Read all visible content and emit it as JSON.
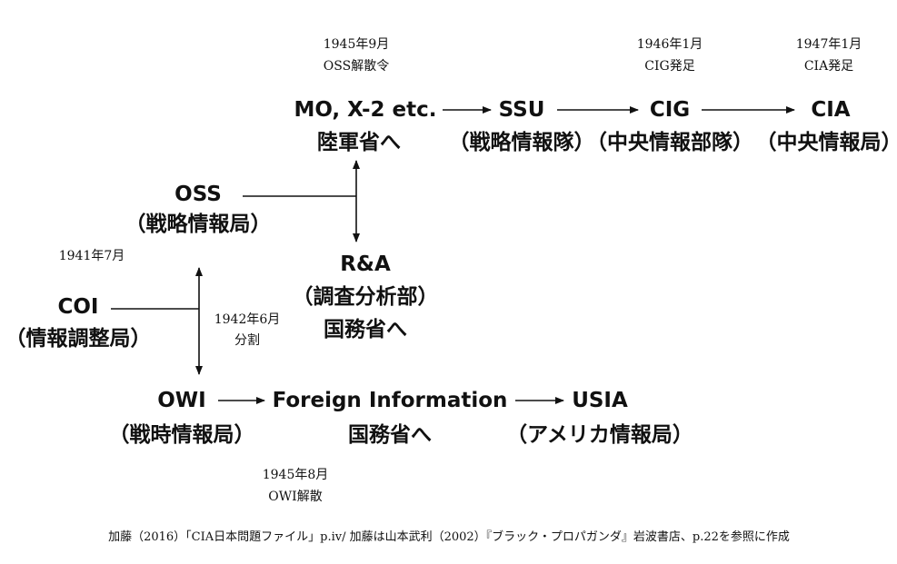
{
  "nodes": {
    "mo_x2": {
      "name": "MO, X-2 etc.",
      "sub": "陸軍省へ"
    },
    "ssu": {
      "name": "SSU",
      "sub": "（戦略情報隊）"
    },
    "cig": {
      "name": "CIG",
      "sub": "（中央情報部隊）"
    },
    "cia": {
      "name": "CIA",
      "sub": "（中央情報局）"
    },
    "oss": {
      "name": "OSS",
      "sub": "（戦略情報局）"
    },
    "ra": {
      "name": "R&A",
      "sub": "（調査分析部）",
      "sub2": "国務省へ"
    },
    "coi": {
      "name": "COI",
      "sub": "（情報調整局）"
    },
    "owi": {
      "name": "OWI",
      "sub": "（戦時情報局）"
    },
    "foreign_info": {
      "name": "Foreign Information",
      "sub": "国務省へ"
    },
    "usia": {
      "name": "USIA",
      "sub": "（アメリカ情報局）"
    }
  },
  "notes": {
    "oss_dissolve": {
      "line1": "1945年9月",
      "line2": "OSS解散令"
    },
    "cig_start": {
      "line1": "1946年1月",
      "line2": "CIG発足"
    },
    "cia_start": {
      "line1": "1947年1月",
      "line2": "CIA発足"
    },
    "coi_date": {
      "line1": "1941年7月"
    },
    "split": {
      "line1": "1942年6月",
      "line2": "分割"
    },
    "owi_dissolve": {
      "line1": "1945年8月",
      "line2": "OWI解散"
    }
  },
  "source": "加藤（2016）「CIA日本問題ファイル」p.iv/ 加藤は山本武利（2002）『ブラック・プロパガンダ』岩波書店、p.22を参照に作成"
}
